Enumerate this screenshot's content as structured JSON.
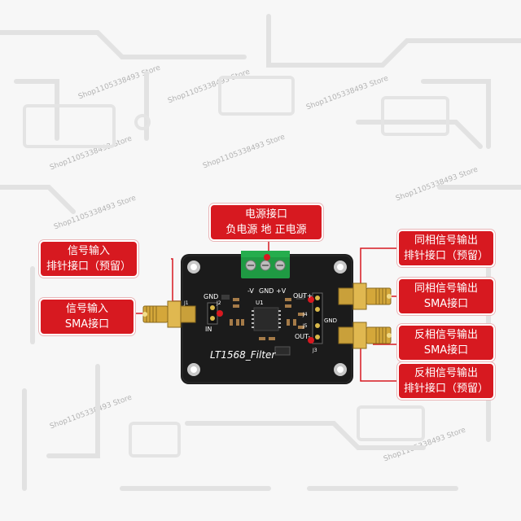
{
  "board": {
    "name": "LT1568_Filter",
    "silk": {
      "gnd_v_minus": "-V",
      "gnd": "GND",
      "v_plus": "+V",
      "out_plus": "OUT+",
      "out_minus": "OUT-",
      "gnd_left": "GND",
      "in": "IN",
      "gnd_right": "GND",
      "j1": "J1",
      "j2": "J2",
      "j3": "J3",
      "j4": "J4",
      "j5": "J5",
      "u1": "U1"
    }
  },
  "callouts": {
    "power": [
      "电源接口",
      "负电源  地  正电源"
    ],
    "signal_header": [
      "信号输入",
      "排针接口（预留）"
    ],
    "signal_sma": [
      "信号输入",
      "SMA接口"
    ],
    "inphase_header": [
      "同相信号输出",
      "排针接口（预留）"
    ],
    "inphase_sma": [
      "同相信号输出",
      "SMA接口"
    ],
    "inverted_sma": [
      "反相信号输出",
      "SMA接口"
    ],
    "inverted_header": [
      "反相信号输出",
      "排针接口（预留）"
    ]
  },
  "watermark": "Shop1105338493 Store",
  "colors": {
    "callout_red": "#d71920",
    "pcb_black": "#1b1b1b",
    "terminal_green": "#1f9a43",
    "sma_gold": "#d4a73a"
  }
}
